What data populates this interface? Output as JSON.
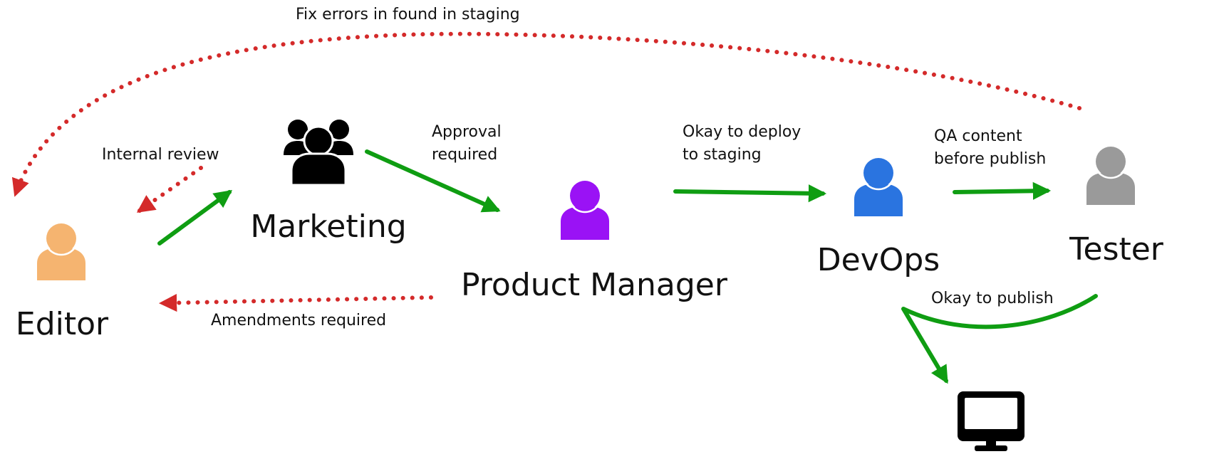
{
  "colors": {
    "forward_arrow": "#0f9d12",
    "feedback_arrow": "#d42a2a",
    "editor": "#f5b470",
    "marketing": "#000000",
    "product_manager": "#9a12f5",
    "devops": "#2a74e0",
    "tester": "#9a9a9a",
    "screen": "#000000"
  },
  "nodes": {
    "editor": {
      "label": "Editor",
      "icon": "person-icon"
    },
    "marketing": {
      "label": "Marketing",
      "icon": "group-icon"
    },
    "product_manager": {
      "label": "Product Manager",
      "icon": "person-icon"
    },
    "devops": {
      "label": "DevOps",
      "icon": "person-icon"
    },
    "tester": {
      "label": "Tester",
      "icon": "person-icon"
    },
    "published": {
      "label": "",
      "icon": "monitor-icon"
    }
  },
  "edges": {
    "fix_errors": "Fix errors in found in staging",
    "internal_review": "Internal review",
    "approval_required": [
      "Approval",
      "required"
    ],
    "okay_to_deploy": [
      "Okay to deploy",
      "to staging"
    ],
    "qa_content": [
      "QA content",
      "before publish"
    ],
    "okay_to_publish": "Okay to publish",
    "amendments_required": "Amendments required"
  }
}
